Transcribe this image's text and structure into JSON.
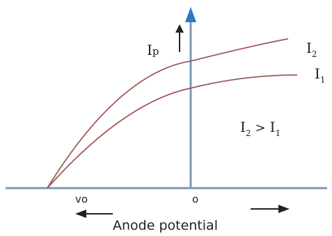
{
  "diagram": {
    "y_axis_label_main": "I",
    "y_axis_label_sub": "p",
    "curve_top_main": "I",
    "curve_top_sub": "2",
    "curve_bottom_main": "I",
    "curve_bottom_sub": "1",
    "relation_left_main": "I",
    "relation_left_sub": "2",
    "relation_op": ">",
    "relation_right_main": "I",
    "relation_right_sub": "1",
    "tick_left": "vo",
    "tick_origin": "o",
    "x_axis_label": "Anode potential"
  },
  "colors": {
    "axis": "#7e97b8",
    "arrow_head": "#2e78c8",
    "curve": "#9e5858",
    "text": "#222222"
  }
}
